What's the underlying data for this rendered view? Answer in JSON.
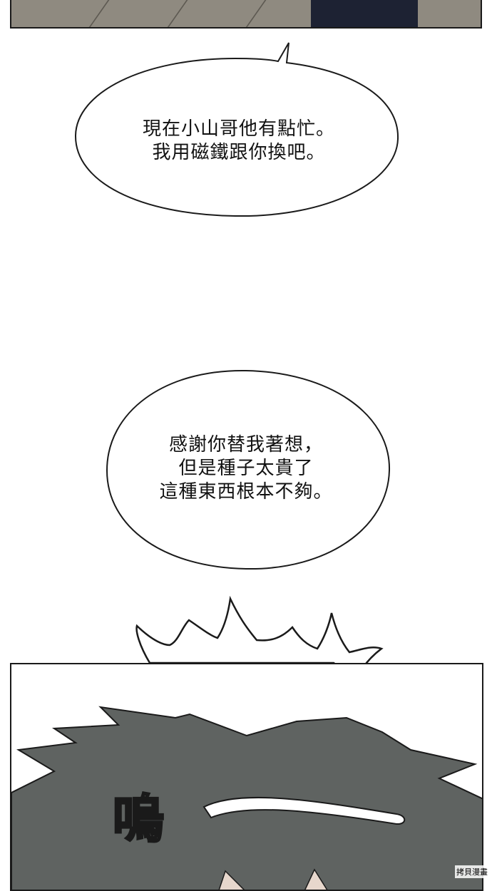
{
  "bubbles": [
    {
      "text": "現在小山哥他有點忙。\n我用磁鐵跟你換吧。"
    },
    {
      "text": "感謝你替我著想，\n但是種子太貴了\n這種東西根本不夠。"
    }
  ],
  "sfx": {
    "text": "嗚"
  },
  "watermark": {
    "text": "拷貝漫畫"
  },
  "colors": {
    "hair": "#5f6361",
    "floor": "#8f8a80",
    "ink": "#1a1a1a"
  }
}
